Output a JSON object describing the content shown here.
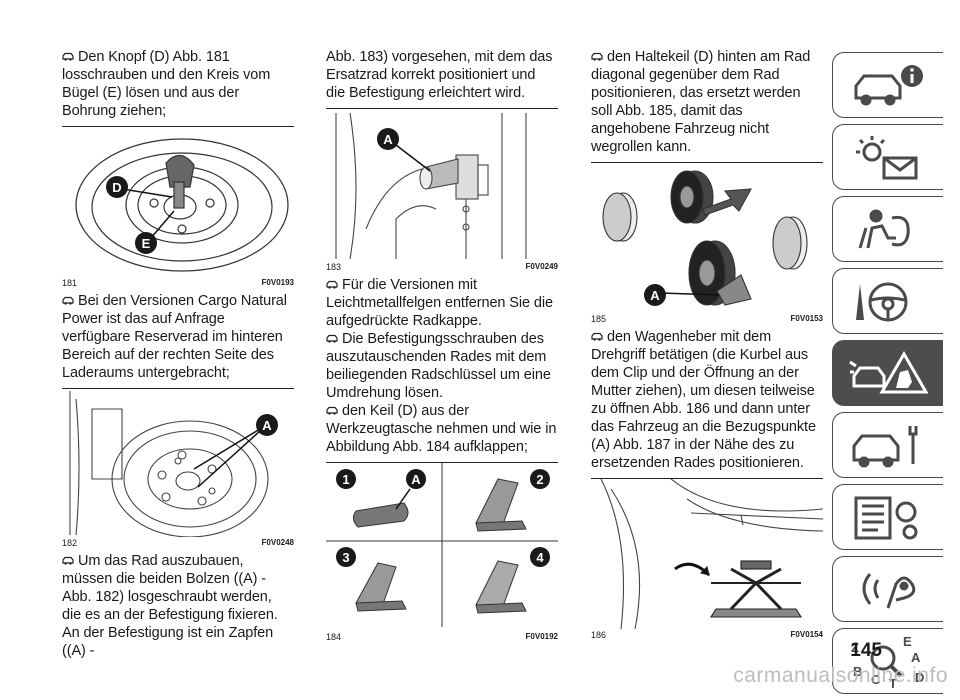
{
  "col1": {
    "p1": "Den Knopf (D) Abb. 181 losschrauben und den Kreis vom Bügel (E) lösen und aus der Bohrung ziehen;",
    "fig181": {
      "num": "181",
      "code": "F0V0193",
      "label_d": "D",
      "label_e": "E"
    },
    "p2": "Bei den Versionen Cargo Natural Power ist das auf Anfrage verfügbare Reserverad im hinteren Bereich auf der rechten Seite des Laderaums untergebracht;",
    "fig182": {
      "num": "182",
      "code": "F0V0248",
      "label_a": "A"
    },
    "p3": "Um das Rad auszubauen, müssen die beiden Bolzen ((A) - Abb. 182) losgeschraubt werden, die es an der Befestigung fixieren. An der Befestigung ist ein Zapfen ((A) -"
  },
  "col2": {
    "p1": "Abb. 183) vorgesehen, mit dem das Ersatzrad korrekt positioniert und die Befestigung erleichtert wird.",
    "fig183": {
      "num": "183",
      "code": "F0V0249",
      "label_a": "A"
    },
    "p2": "Für die Versionen mit Leichtmetallfelgen entfernen Sie die aufgedrückte Radkappe.",
    "p3": "Die Befestigungsschrauben des auszutauschenden Rades mit dem beiliegenden Radschlüssel um eine Umdrehung lösen.",
    "p4": "den Keil (D) aus der Werkzeugtasche nehmen und wie in Abbildung Abb. 184 aufklappen;",
    "fig184": {
      "num": "184",
      "code": "F0V0192",
      "label_a": "A",
      "steps": [
        "1",
        "2",
        "3",
        "4"
      ]
    }
  },
  "col3": {
    "p1": "den Haltekeil (D) hinten am Rad diagonal gegenüber dem Rad positionieren, das ersetzt werden soll Abb. 185, damit das angehobene Fahrzeug nicht wegrollen kann.",
    "fig185": {
      "num": "185",
      "code": "F0V0153",
      "label_a": "A"
    },
    "p2": "den Wagenheber mit dem Drehgriff betätigen (die Kurbel aus dem Clip und der Öffnung an der Mutter ziehen), um diesen teilweise zu öffnen Abb. 186 und dann unter das Fahrzeug an die Bezugspunkte (A) Abb. 187 in der Nähe des zu ersetzenden Rades positionieren.",
    "fig186": {
      "num": "186",
      "code": "F0V0154"
    }
  },
  "sidebar": {
    "tabs": [
      "car-info-icon",
      "lights-message-icon",
      "airbag-icon",
      "steering-wheel-icon",
      "breakdown-warning-icon",
      "car-service-icon",
      "settings-list-icon",
      "multimedia-icon",
      "alphabetical-index-icon"
    ],
    "active_index": 4,
    "index_letters": [
      "Z",
      "E",
      "A",
      "B",
      "C",
      "T",
      "D"
    ]
  },
  "page_number": "145",
  "watermark": "carmanualsonline.info",
  "colors": {
    "tab_border": "#4a4a4a",
    "tab_active": "#4d4d4d",
    "label_badge": "#1a1a1a",
    "watermark": "#bdbdbd"
  }
}
